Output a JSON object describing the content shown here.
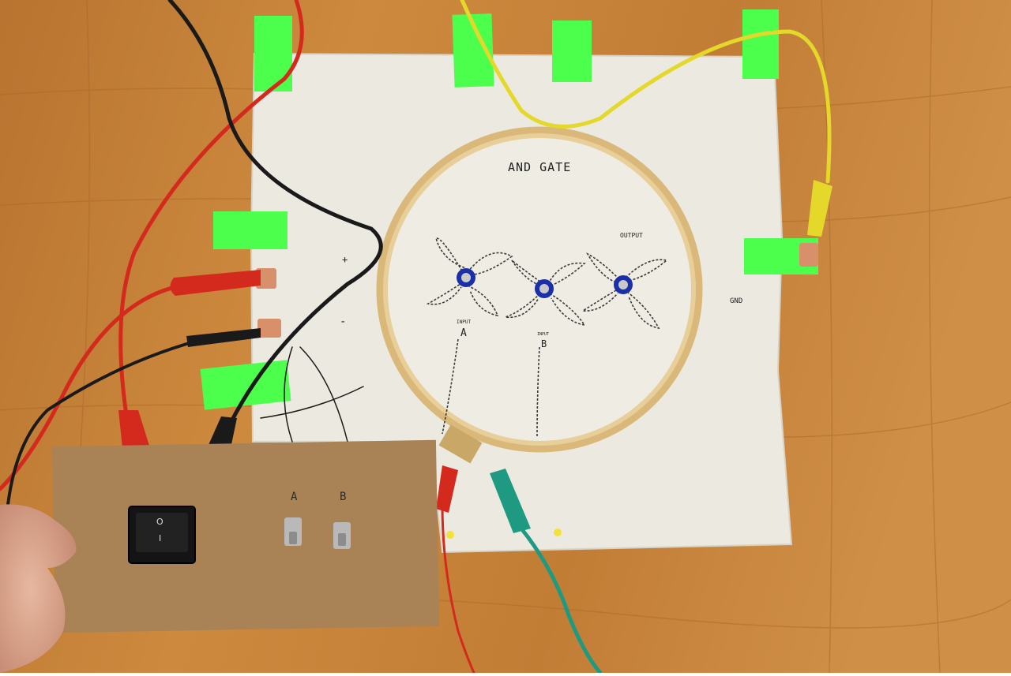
{
  "photo": {
    "title_text": "AND GATE",
    "labels": {
      "plus": "+",
      "minus": "-",
      "output": "OUTPUT",
      "gnd": "GND",
      "input_a_small": "INPUT",
      "input_a_letter": "A",
      "input_b_small": "INPUT",
      "input_b_letter": "B"
    },
    "switch_box": {
      "switch_a_label": "A",
      "switch_b_label": "B",
      "rocker_top": "O",
      "rocker_bottom": "I"
    },
    "colors": {
      "wood": "#c8843a",
      "fabric": "#ece9e0",
      "tape": "#4dff4d",
      "hoop": "#e2c48a",
      "cardboard": "#a98256",
      "led_ring": "#1a2fa8",
      "wire_red": "#d42a1e",
      "wire_black": "#1a1a1a",
      "wire_yellow": "#e4d82a",
      "wire_green": "#1f9a82"
    }
  }
}
